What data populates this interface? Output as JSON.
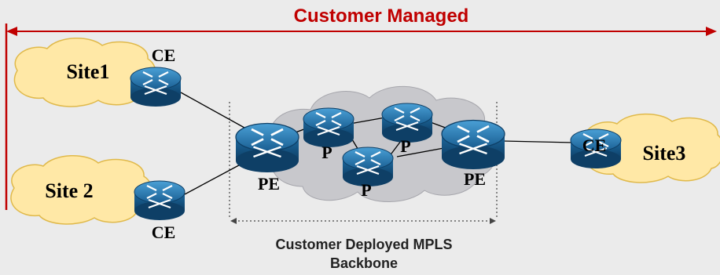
{
  "title": "Customer Managed",
  "backbone_label_line1": "Customer Deployed MPLS",
  "backbone_label_line2": "Backbone",
  "sites": {
    "site1": "Site1",
    "site2": "Site 2",
    "site3": "Site3"
  },
  "routers": {
    "ce_top_left": "CE",
    "ce_bottom_left": "CE",
    "ce_right": "CE",
    "pe_left": "PE",
    "pe_right": "PE",
    "p_top_left": "P",
    "p_top_right": "P",
    "p_bottom": "P"
  },
  "colors": {
    "accent_red": "#c00000",
    "cloud_fill": "#ffe8a6",
    "cloud_stroke": "#e0b94a",
    "backbone_cloud": "#c8c8cc",
    "router_blue": "#1f70a8",
    "link_color": "#000000"
  }
}
